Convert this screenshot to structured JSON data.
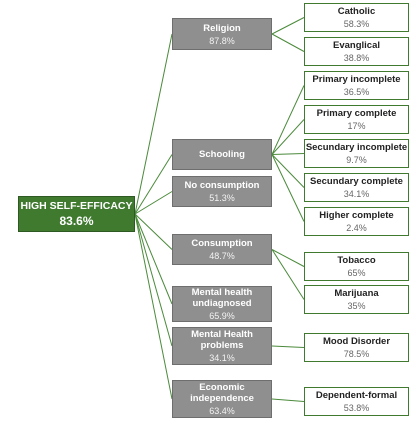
{
  "root": {
    "label": "HIGH SELF-EFFICACY",
    "value": "83.6%"
  },
  "colors": {
    "root": "#3f7a2f",
    "mid": "#8f8f8f",
    "leaf_border": "#3f7a2f",
    "connector": "#4a8a3a"
  },
  "categories": [
    {
      "id": "religion",
      "label": "Religion",
      "value": "87.8%",
      "children": [
        {
          "id": "catholic",
          "label": "Catholic",
          "value": "58.3%"
        },
        {
          "id": "evangelical",
          "label": "Evanglical",
          "value": "38.8%"
        }
      ]
    },
    {
      "id": "schooling",
      "label": "Schooling",
      "value": "",
      "children": [
        {
          "id": "primary-incomplete",
          "label": "Primary incomplete",
          "value": "36.5%"
        },
        {
          "id": "primary-complete",
          "label": "Primary complete",
          "value": "17%"
        },
        {
          "id": "secondary-incomplete",
          "label": "Secundary incomplete",
          "value": "9.7%"
        },
        {
          "id": "secondary-complete",
          "label": "Secundary complete",
          "value": "34.1%"
        },
        {
          "id": "higher-complete",
          "label": "Higher complete",
          "value": "2.4%"
        }
      ]
    },
    {
      "id": "no-consumption",
      "label": "No consumption",
      "value": "51.3%",
      "children": []
    },
    {
      "id": "consumption",
      "label": "Consumption",
      "value": "48.7%",
      "children": [
        {
          "id": "tobacco",
          "label": "Tobacco",
          "value": "65%"
        },
        {
          "id": "marijuana",
          "label": "Marijuana",
          "value": "35%"
        }
      ]
    },
    {
      "id": "mental-health-undiagnosed",
      "label": "Mental health undiagnosed",
      "value": "65.9%",
      "children": []
    },
    {
      "id": "mental-health-problems",
      "label": "Mental Health problems",
      "value": "34.1%",
      "children": [
        {
          "id": "mood-disorder",
          "label": "Mood Disorder",
          "value": "78.5%"
        }
      ]
    },
    {
      "id": "economic-independence",
      "label": "Economic independence",
      "value": "63.4%",
      "children": [
        {
          "id": "dependent-formal",
          "label": "Dependent-formal",
          "value": "53.8%"
        }
      ]
    }
  ]
}
